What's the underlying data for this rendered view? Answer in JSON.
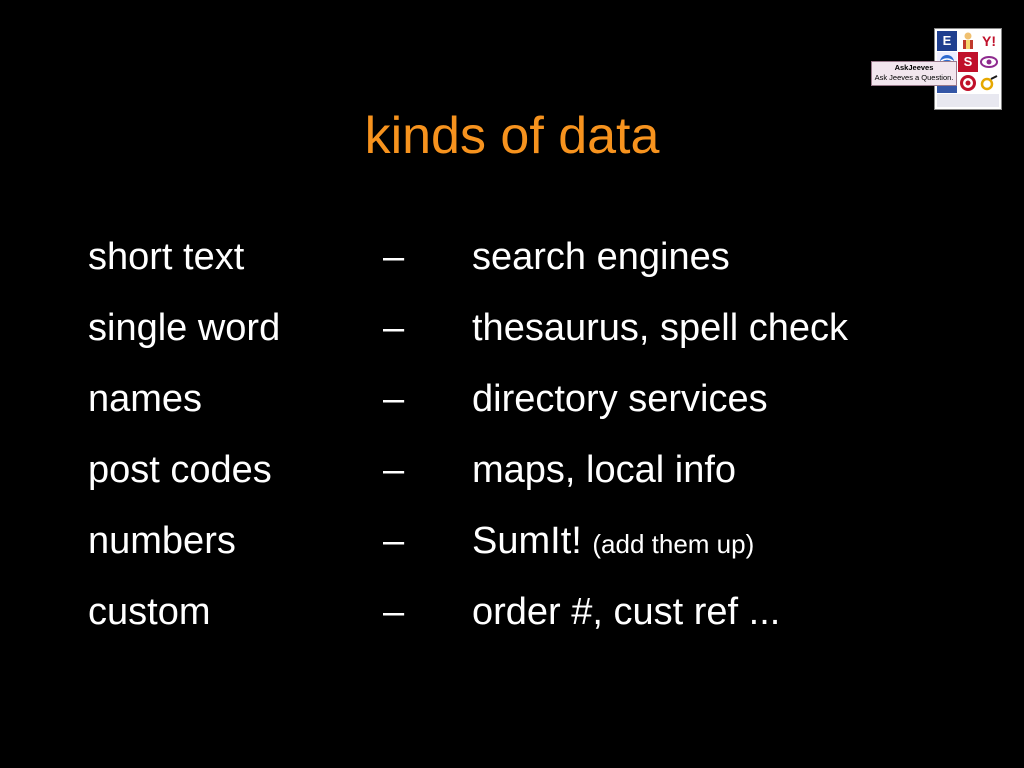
{
  "slide": {
    "title": "kinds of data",
    "title_color": "#F7931E",
    "background": "#000000",
    "rows": [
      {
        "kind": "short text",
        "dash": "–",
        "use": "search engines",
        "note": ""
      },
      {
        "kind": "single word",
        "dash": "–",
        "use": "thesaurus, spell check",
        "note": ""
      },
      {
        "kind": "names",
        "dash": "–",
        "use": "directory services",
        "note": ""
      },
      {
        "kind": "post codes",
        "dash": "–",
        "use": "maps, local info",
        "note": ""
      },
      {
        "kind": "numbers",
        "dash": "–",
        "use": "SumIt!",
        "note": "(add them up)"
      },
      {
        "kind": "custom",
        "dash": "–",
        "use": "order #, cust ref ...",
        "note": ""
      }
    ]
  },
  "logos": {
    "ask_jeeves_name": "AskJeeves",
    "ask_jeeves_prompt": "Ask Jeeves a Question.",
    "yahoo_mark": "Y!",
    "tiles": [
      "e-logo-icon",
      "jeeves-figure-icon",
      "yahoo-icon",
      "globe-icon",
      "s-logo-icon",
      "eye-logo-icon",
      "target-icon",
      "abc-logo-icon",
      "swoosh-icon"
    ]
  }
}
